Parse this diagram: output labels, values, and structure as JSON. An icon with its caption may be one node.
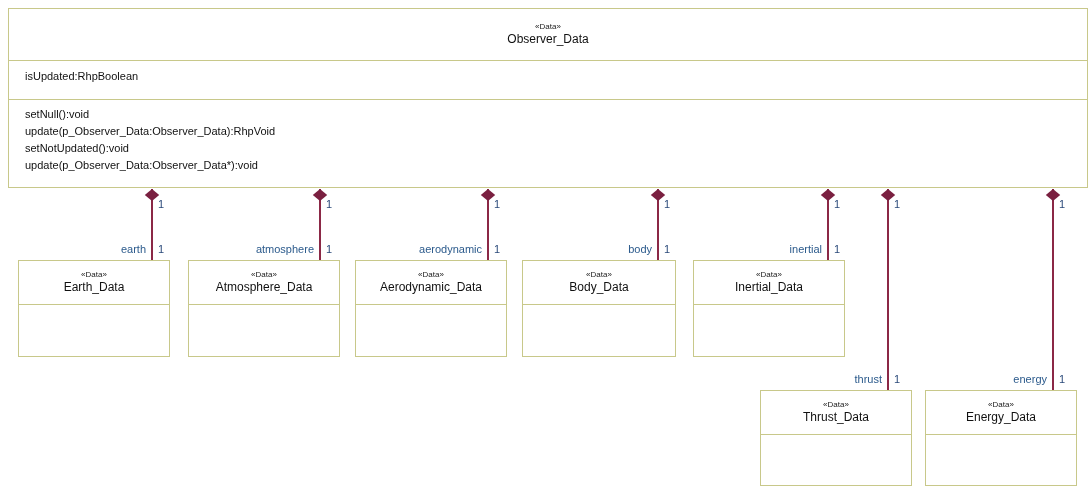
{
  "diagram": {
    "nodes": [
      {
        "text": [
          "«Data»",
          "Observer_Data",
          "isUpdated:RhpBoolean",
          "setNull():void",
          "update(p_Observer_Data:Observer_Data):RhpVoid",
          "setNotUpdated():void",
          "update(p_Observer_Data:Observer_Data*):void"
        ]
      },
      {
        "text": [
          "«Data»",
          "Earth_Data"
        ]
      },
      {
        "text": [
          "«Data»",
          "Atmosphere_Data"
        ]
      },
      {
        "text": [
          "«Data»",
          "Aerodynamic_Data"
        ]
      },
      {
        "text": [
          "«Data»",
          "Body_Data"
        ]
      },
      {
        "text": [
          "«Data»",
          "Inertial_Data"
        ]
      },
      {
        "text": [
          "«Data»",
          "Thrust_Data"
        ]
      },
      {
        "text": [
          "«Data»",
          "Energy_Data"
        ]
      }
    ],
    "edges": [
      {
        "from": 0,
        "to": 1,
        "arrow": "other",
        "label": "earth"
      },
      {
        "from": 0,
        "to": 2,
        "arrow": "other",
        "label": "atmosphere"
      },
      {
        "from": 0,
        "to": 3,
        "arrow": "other",
        "label": "aerodynamic"
      },
      {
        "from": 0,
        "to": 4,
        "arrow": "other",
        "label": "body"
      },
      {
        "from": 0,
        "to": 5,
        "arrow": "other",
        "label": "inertial"
      },
      {
        "from": 0,
        "to": 6,
        "arrow": "other",
        "label": "thrust"
      },
      {
        "from": 0,
        "to": 7,
        "arrow": "other",
        "label": "energy"
      }
    ],
    "labels": [
      "1",
      "1",
      "1",
      "1",
      "1",
      "1",
      "1",
      "1",
      "1",
      "1",
      "1",
      "1",
      "1",
      "1"
    ]
  }
}
